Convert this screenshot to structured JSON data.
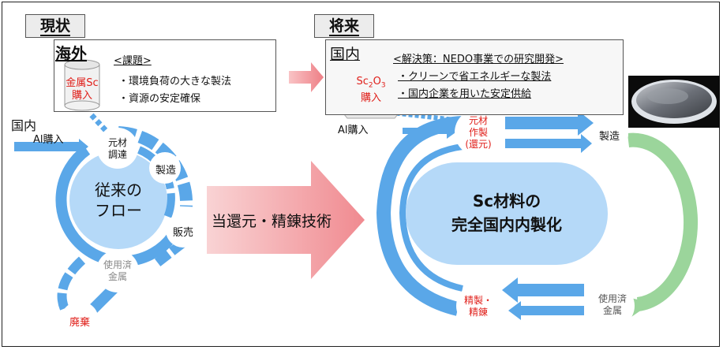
{
  "current": {
    "tab_label": "現状",
    "overseas": "海外",
    "metal_sc": "金属Sc",
    "purchase": "購入",
    "issues_title": "<課題>",
    "issues": [
      "・環境負荷の大きな製法",
      "・資源の安定確保"
    ],
    "domestic": "国内",
    "al_purchase": "Al購入",
    "flow_center": [
      "従来の",
      "フロー"
    ],
    "steps": {
      "procure": [
        "元材",
        "調達"
      ],
      "manufacture": "製造",
      "sales": "販売",
      "used_metal": [
        "使用済",
        "金属"
      ],
      "disposal": "廃棄"
    }
  },
  "arrow_label": "当還元・精錬技術",
  "future": {
    "tab_label": "将来",
    "domestic": "国内",
    "sc2o3_parts": [
      "Sc",
      "2",
      "O",
      "3"
    ],
    "purchase": "購入",
    "solution_title": "<解決策：NEDO事業での研究開発>",
    "solutions": [
      "・クリーンで省エネルギーな製法",
      "・国内企業を用いた安定供給"
    ],
    "al_purchase": "Al購入",
    "steps": {
      "make_material": [
        "元材",
        "作製",
        "(還元)"
      ],
      "manufacture": "製造",
      "used_metal": [
        "使用済",
        "金属"
      ],
      "refine": [
        "精製・",
        "精錬"
      ]
    },
    "center": [
      "Sc材料の",
      "完全国内内製化"
    ]
  },
  "colors": {
    "flow_blue": "#5aa7e8",
    "light_blue": "#b5d9f8",
    "green": "#9bd59b",
    "red_text": "#e0201b",
    "pink_arrow": "#f4a9ad"
  }
}
